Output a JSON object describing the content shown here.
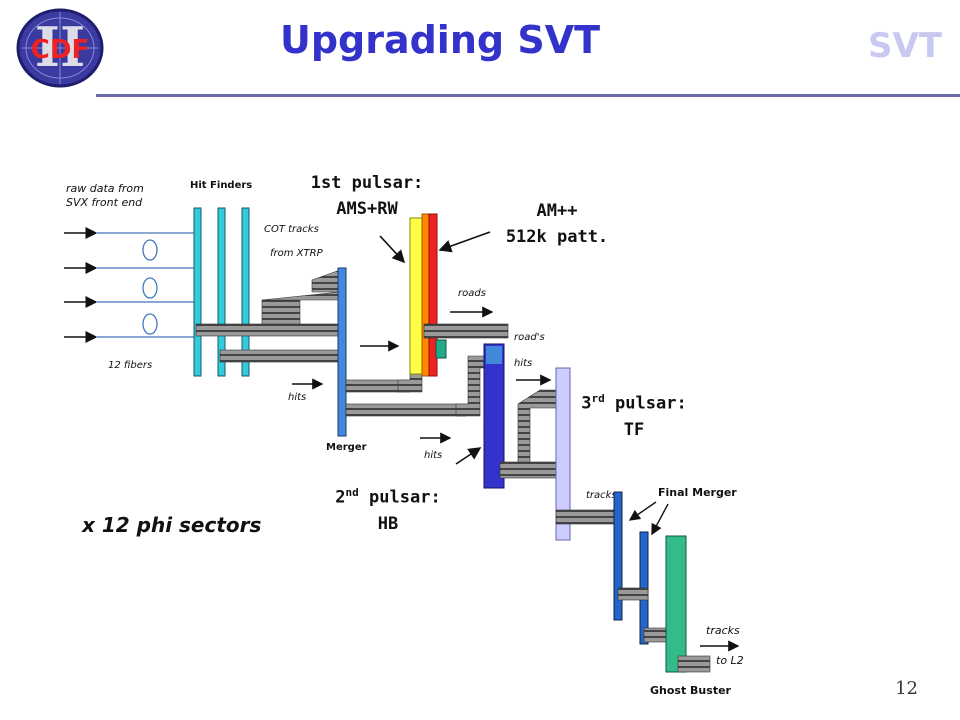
{
  "header": {
    "logo_text": "CDF",
    "logo_roman": "II",
    "title": "Upgrading SVT",
    "brand": "SVT"
  },
  "diagram": {
    "left_labels": {
      "raw_data": [
        "raw data from",
        "SVX front end"
      ],
      "hit_finders": "Hit Finders",
      "fibers": "12 fibers",
      "cot": [
        "COT tracks",
        "from XTRP"
      ],
      "merger": "Merger",
      "hits1": "hits",
      "hits2": "hits",
      "roads": "roads",
      "roads_hits": [
        "road's",
        "hits"
      ],
      "tracks": "tracks",
      "final_merger": "Final Merger",
      "tracks_l2": [
        "tracks",
        "to L2"
      ],
      "ghost_buster": "Ghost Buster",
      "sectors": "x 12 phi sectors"
    },
    "annotations": {
      "pulsar1_line1": "1st pulsar:",
      "pulsar1_line2": "AMS+RW",
      "am_line1": "AM++",
      "am_line2": "512k patt.",
      "pulsar2_base": "2",
      "pulsar2_sup": "nd",
      "pulsar2_rest": " pulsar:",
      "pulsar2_line2": "HB",
      "pulsar3_base": "3",
      "pulsar3_sup": "rd",
      "pulsar3_rest": " pulsar:",
      "pulsar3_line2": "TF"
    }
  },
  "footer": {
    "page_number": "12"
  },
  "colors": {
    "title": "#3333cc",
    "brand": "#c8c8f0",
    "rule": "#6a6aa8",
    "finder_bar": "#33ccdd",
    "merger_bar": "#4488dd",
    "ams_yellow": "#ffff44",
    "am_orange": "#ff8800",
    "am_red": "#ee2222",
    "teal": "#22aa88",
    "hb_blue": "#3333cc",
    "tf_lavender": "#ccccff",
    "ghost_green": "#33bb88",
    "cable_gray": "#8a8a8a"
  }
}
